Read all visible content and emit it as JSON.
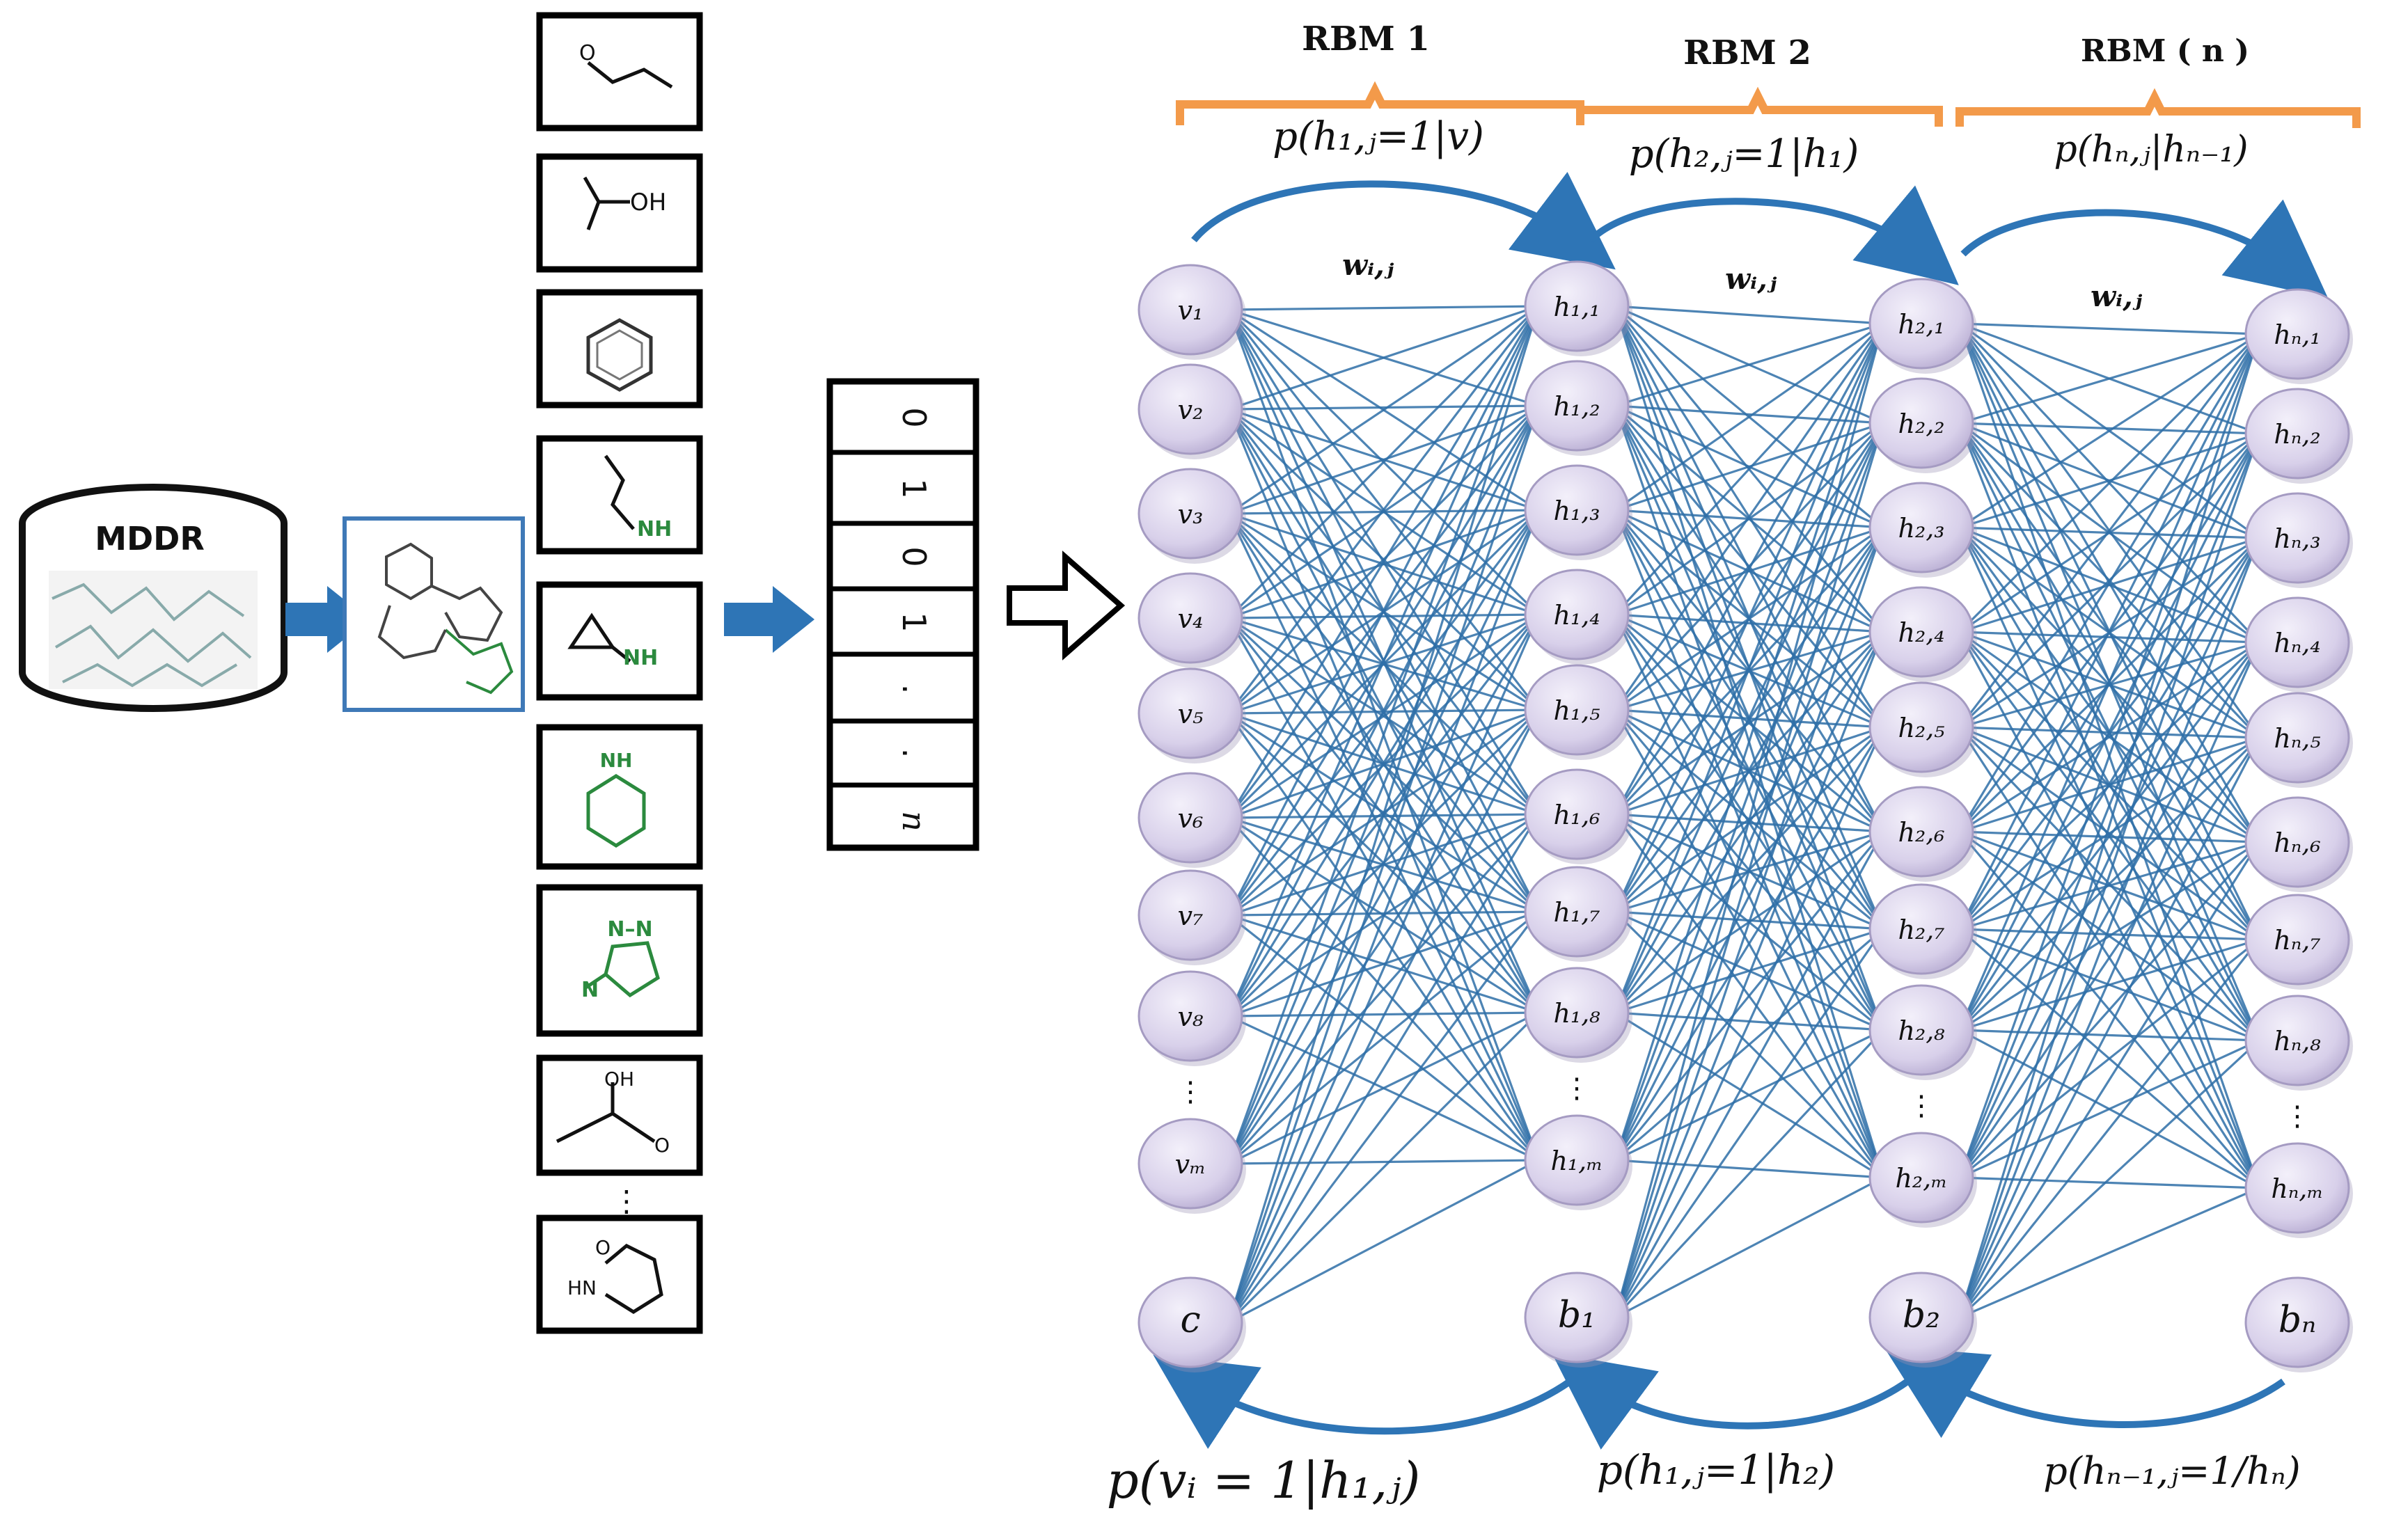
{
  "database": {
    "label": "MDDR"
  },
  "fragments": [
    {
      "name": "fragment-1",
      "text": "O"
    },
    {
      "name": "fragment-2",
      "text": "OH"
    },
    {
      "name": "fragment-3",
      "text": ""
    },
    {
      "name": "fragment-4",
      "text": "NH"
    },
    {
      "name": "fragment-5",
      "text": "NH"
    },
    {
      "name": "fragment-6",
      "text": "NH"
    },
    {
      "name": "fragment-7",
      "text": "N–N"
    },
    {
      "name": "fragment-8",
      "text": "OH"
    },
    {
      "name": "fragment-9",
      "text": "HN"
    }
  ],
  "fingerprint": {
    "cells": [
      "0",
      "1",
      "0",
      "1",
      ".",
      ".",
      "n"
    ]
  },
  "rbm_headers": [
    {
      "title": "RBM 1",
      "formula": "p(h₁,ⱼ=1|v)"
    },
    {
      "title": "RBM 2",
      "formula": "p(h₂,ⱼ=1|h₁)"
    },
    {
      "title": "RBM ( n )",
      "formula": "p(hₙ,ⱼ|hₙ₋₁)"
    }
  ],
  "weights": [
    "wᵢ,ⱼ",
    "wᵢ,ⱼ",
    "wᵢ,ⱼ"
  ],
  "layers": [
    {
      "name": "visible",
      "nodes": [
        "v₁",
        "v₂",
        "v₃",
        "v₄",
        "v₅",
        "v₆",
        "v₇",
        "v₈",
        "vₘ"
      ],
      "bias": "c"
    },
    {
      "name": "hidden-1",
      "nodes": [
        "h₁,₁",
        "h₁,₂",
        "h₁,₃",
        "h₁,₄",
        "h₁,₅",
        "h₁,₆",
        "h₁,₇",
        "h₁,₈",
        "h₁,ₘ"
      ],
      "bias": "b₁"
    },
    {
      "name": "hidden-2",
      "nodes": [
        "h₂,₁",
        "h₂,₂",
        "h₂,₃",
        "h₂,₄",
        "h₂,₅",
        "h₂,₆",
        "h₂,₇",
        "h₂,₈",
        "h₂,ₘ"
      ],
      "bias": "b₂"
    },
    {
      "name": "hidden-n",
      "nodes": [
        "hₙ,₁",
        "hₙ,₂",
        "hₙ,₃",
        "hₙ,₄",
        "hₙ,₅",
        "hₙ,₆",
        "hₙ,₇",
        "hₙ,₈",
        "hₙ,ₘ"
      ],
      "bias": "bₙ"
    }
  ],
  "bottom_formulas": [
    "p(vᵢ = 1|h₁,ⱼ)",
    "p(h₁,ⱼ=1|h₂)",
    "p(hₙ₋₁,ⱼ=1/hₙ)"
  ],
  "colors": {
    "node_fill": "#d9d2ea",
    "node_stroke": "#a59bc2",
    "edge": "#2f6fa8",
    "arrow_blue": "#2e75b6",
    "bracket": "#f39a4a"
  }
}
